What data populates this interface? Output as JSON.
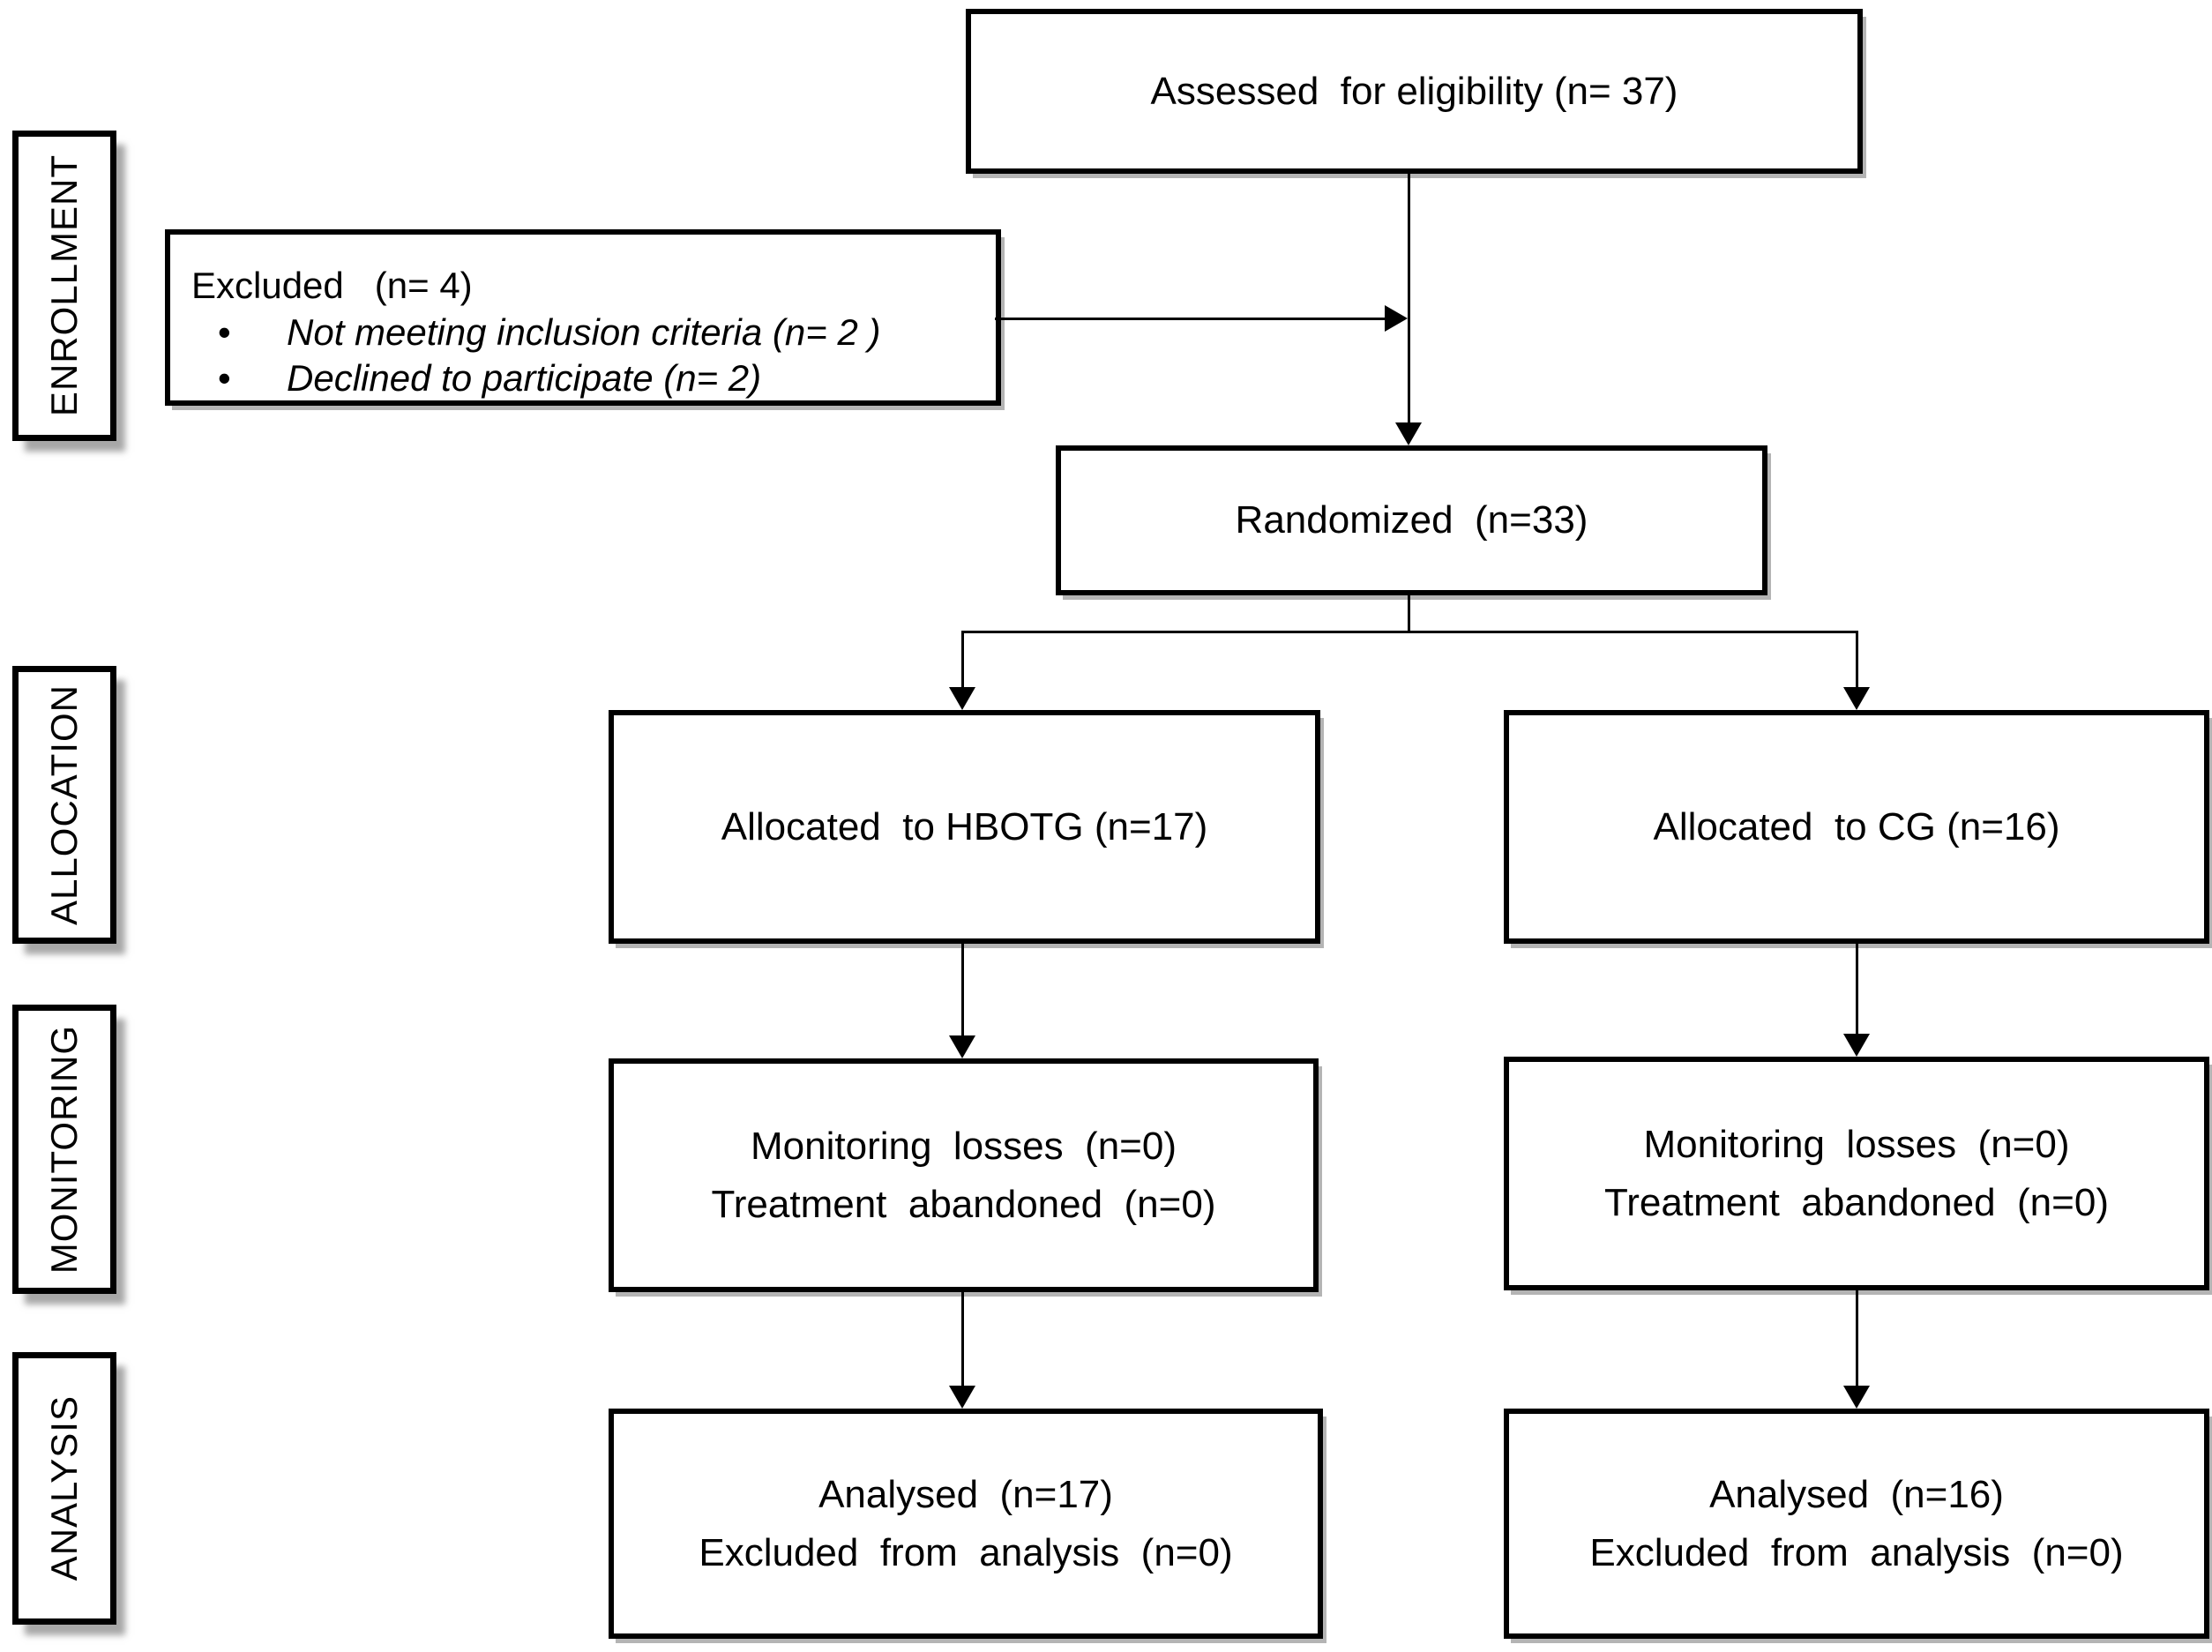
{
  "diagram": {
    "type": "consort-flowchart",
    "colors": {
      "line": "#000000",
      "background": "#ffffff",
      "shadow": "#b4b4b4"
    },
    "bullet_glyph": "•",
    "stages": [
      {
        "label": "ENROLLMENT"
      },
      {
        "label": "ALLOCATION"
      },
      {
        "label": "MONITORING"
      },
      {
        "label": "ANALYSIS"
      }
    ],
    "boxes": {
      "assessed": {
        "text": "Assessed  for eligibility (n= 37)"
      },
      "excluded": {
        "title": "Excluded   (n= 4)",
        "bullets": [
          "Not meeting inclusion criteria (n= 2 )",
          "Declined to participate (n= 2)"
        ]
      },
      "randomized": {
        "text": "Randomized  (n=33)"
      },
      "allocated_hbotg": {
        "text": "Allocated  to HBOTG (n=17)"
      },
      "allocated_cg": {
        "text": "Allocated  to CG (n=16)"
      },
      "monitoring_hbotg": {
        "lines": [
          "Monitoring  losses  (n=0)",
          "Treatment  abandoned  (n=0)"
        ]
      },
      "monitoring_cg": {
        "lines": [
          "Monitoring  losses  (n=0)",
          "Treatment  abandoned  (n=0)"
        ]
      },
      "analysed_hbotg": {
        "lines": [
          "Analysed  (n=17)",
          "Excluded  from  analysis  (n=0)"
        ]
      },
      "analysed_cg": {
        "lines": [
          "Analysed  (n=16)",
          "Excluded  from  analysis  (n=0)"
        ]
      }
    }
  }
}
